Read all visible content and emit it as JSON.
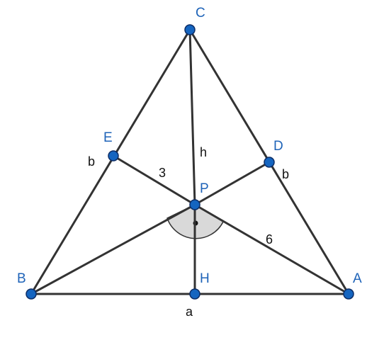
{
  "points": {
    "A": {
      "label": "A"
    },
    "B": {
      "label": "B"
    },
    "C": {
      "label": "C"
    },
    "D": {
      "label": "D"
    },
    "E": {
      "label": "E"
    },
    "P": {
      "label": "P"
    },
    "H": {
      "label": "H"
    }
  },
  "measures": {
    "BE": "b",
    "DA": "b",
    "EP": "3",
    "CP": "h",
    "PA": "6",
    "BA": "a"
  },
  "colors": {
    "line": "#333333",
    "point_fill": "#1565c0",
    "point_label": "#1e63b8",
    "angle_fill": "#d9d9d9"
  }
}
